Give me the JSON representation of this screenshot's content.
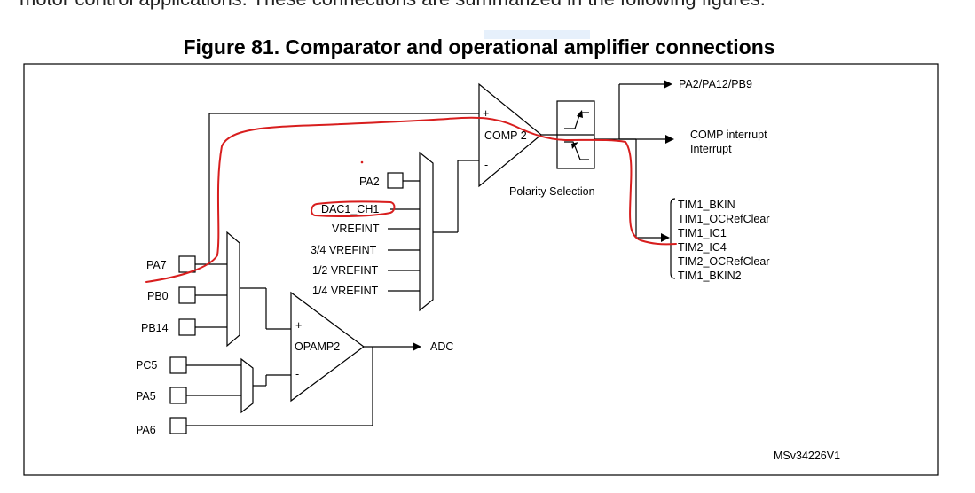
{
  "intro_text": "motor control applications. These connections are summarized in the following figures.",
  "figure_title": "Figure 81. Comparator and operational amplifier connections",
  "pins_left": [
    "PA7",
    "PB0",
    "PB14",
    "PC5",
    "PA5",
    "PA6"
  ],
  "comp_inputs": [
    "PA2",
    "DAC1_CH1",
    "VREFINT",
    "3/4 VREFINT",
    "1/2 VREFINT",
    "1/4 VREFINT"
  ],
  "comparator": {
    "label": "COMP 2",
    "plus": "+",
    "minus": "-"
  },
  "opamp": {
    "label": "OPAMP2",
    "plus": "+",
    "minus": "-"
  },
  "polarity_label": "Polarity Selection",
  "outputs": {
    "gpio": "PA2/PA12/PB9",
    "interrupt_line1": "COMP interrupt",
    "interrupt_line2": "Interrupt",
    "adc": "ADC"
  },
  "timer_signals": [
    "TIM1_BKIN",
    "TIM1_OCRefClear",
    "TIM1_IC1",
    "TIM2_IC4",
    "TIM2_OCRefClear",
    "TIM1_BKIN2"
  ],
  "ref_code": "MSv34226V1",
  "colors": {
    "annotation_red": "#d81e1e",
    "line": "#000000",
    "highlight": "#e6f0fb"
  }
}
